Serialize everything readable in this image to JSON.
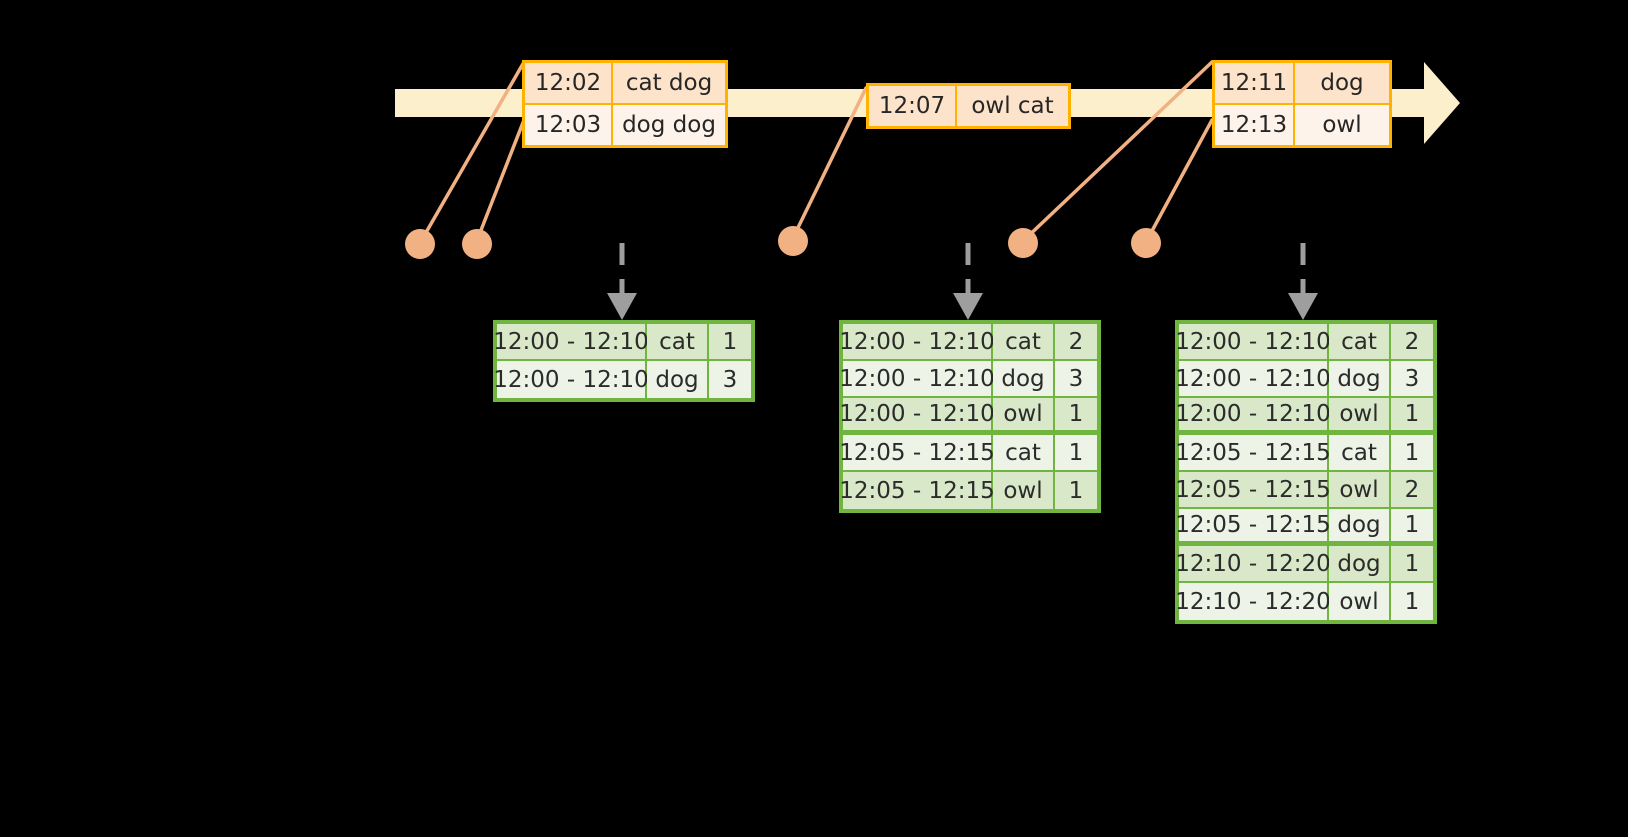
{
  "meta": {
    "colors": {
      "background": "#000000",
      "timeline_fill": "#FCEFCB",
      "event_border": "#FFB300",
      "event_shade": "#FDE3CA",
      "event_light": "#FEF3EA",
      "dot": "#F2B183",
      "leader_line": "#F2B183",
      "table_border": "#6FB53F",
      "table_dark": "#D9E8C8",
      "table_light": "#EDF3E6",
      "dashed_arrow": "#9E9E9E"
    }
  },
  "timeline": {
    "name": "event-timeline-arrow",
    "direction": "right"
  },
  "event_groups": [
    {
      "name": "event-group-1",
      "rows": [
        {
          "time": "12:02",
          "words": "cat dog",
          "shade": "shade"
        },
        {
          "time": "12:03",
          "words": "dog dog",
          "shade": "light"
        }
      ]
    },
    {
      "name": "event-group-2",
      "rows": [
        {
          "time": "12:07",
          "words": "owl cat",
          "shade": "shade"
        }
      ]
    },
    {
      "name": "event-group-3",
      "rows": [
        {
          "time": "12:11",
          "words": "dog",
          "shade": "shade"
        },
        {
          "time": "12:13",
          "words": "owl",
          "shade": "light"
        }
      ]
    }
  ],
  "dots": [
    {
      "name": "event-dot-1"
    },
    {
      "name": "event-dot-2"
    },
    {
      "name": "event-dot-3"
    },
    {
      "name": "event-dot-4"
    },
    {
      "name": "event-dot-5"
    }
  ],
  "result_tables": [
    {
      "name": "result-table-1",
      "rows": [
        {
          "range": "12:00 - 12:10",
          "word": "cat",
          "count": "1",
          "shade": "dark",
          "group_end": false
        },
        {
          "range": "12:00 - 12:10",
          "word": "dog",
          "count": "3",
          "shade": "light",
          "group_end": false
        }
      ]
    },
    {
      "name": "result-table-2",
      "rows": [
        {
          "range": "12:00 - 12:10",
          "word": "cat",
          "count": "2",
          "shade": "dark",
          "group_end": false
        },
        {
          "range": "12:00 - 12:10",
          "word": "dog",
          "count": "3",
          "shade": "light",
          "group_end": false
        },
        {
          "range": "12:00 - 12:10",
          "word": "owl",
          "count": "1",
          "shade": "dark",
          "group_end": true
        },
        {
          "range": "12:05 - 12:15",
          "word": "cat",
          "count": "1",
          "shade": "light",
          "group_end": false
        },
        {
          "range": "12:05 - 12:15",
          "word": "owl",
          "count": "1",
          "shade": "dark",
          "group_end": false
        }
      ]
    },
    {
      "name": "result-table-3",
      "rows": [
        {
          "range": "12:00 - 12:10",
          "word": "cat",
          "count": "2",
          "shade": "dark",
          "group_end": false
        },
        {
          "range": "12:00 - 12:10",
          "word": "dog",
          "count": "3",
          "shade": "light",
          "group_end": false
        },
        {
          "range": "12:00 - 12:10",
          "word": "owl",
          "count": "1",
          "shade": "dark",
          "group_end": true
        },
        {
          "range": "12:05 - 12:15",
          "word": "cat",
          "count": "1",
          "shade": "light",
          "group_end": false
        },
        {
          "range": "12:05 - 12:15",
          "word": "owl",
          "count": "2",
          "shade": "dark",
          "group_end": false
        },
        {
          "range": "12:05 - 12:15",
          "word": "dog",
          "count": "1",
          "shade": "light",
          "group_end": true
        },
        {
          "range": "12:10 - 12:20",
          "word": "dog",
          "count": "1",
          "shade": "dark",
          "group_end": false
        },
        {
          "range": "12:10 - 12:20",
          "word": "owl",
          "count": "1",
          "shade": "light",
          "group_end": false
        }
      ]
    }
  ],
  "dashed_arrows": [
    {
      "name": "emit-arrow-1"
    },
    {
      "name": "emit-arrow-2"
    },
    {
      "name": "emit-arrow-3"
    }
  ]
}
